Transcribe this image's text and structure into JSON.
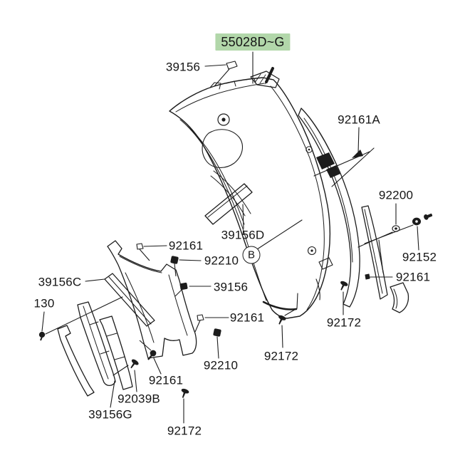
{
  "diagram": {
    "selected_part": "55028D~G",
    "highlight_color": "#b2d7aa",
    "line_color": "#1c1c1c",
    "balloon": "B"
  },
  "labels": {
    "l55028": "55028D~G",
    "l39156_top": "39156",
    "l92161A": "92161A",
    "l92200": "92200",
    "l92152": "92152",
    "l92161_right": "92161",
    "l39156D": "39156D",
    "l92161_midleft": "92161",
    "l92210_upper": "92210",
    "l39156_mid": "39156",
    "l39156C": "39156C",
    "l130": "130",
    "l92161_mid": "92161",
    "l92172_right": "92172",
    "l92172_mid": "92172",
    "l92210_lower": "92210",
    "l92161_bottom": "92161",
    "l92039B": "92039B",
    "l39156G": "39156G",
    "l92172_bottom": "92172"
  }
}
